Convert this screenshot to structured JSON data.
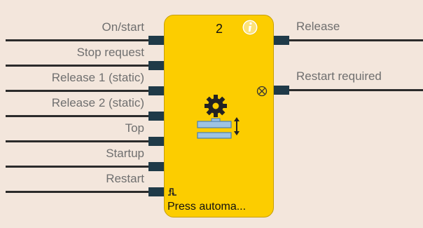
{
  "block": {
    "number": "2",
    "caption": "Press automa...",
    "icons": [
      "info-icon",
      "gear-press-icon",
      "restart-required-marker-icon",
      "edge-trigger-icon"
    ]
  },
  "inputs": [
    {
      "label": "On/start"
    },
    {
      "label": "Stop request"
    },
    {
      "label": "Release 1 (static)"
    },
    {
      "label": "Release 2 (static)"
    },
    {
      "label": "Top"
    },
    {
      "label": "Startup"
    },
    {
      "label": "Restart"
    }
  ],
  "outputs": [
    {
      "label": "Release"
    },
    {
      "label": "Restart required"
    }
  ],
  "colors": {
    "background": "#f3e6dc",
    "block_fill": "#fccd00",
    "pin": "#1f3a48",
    "wire": "#2b2b2b",
    "label": "#6f6f6f"
  }
}
